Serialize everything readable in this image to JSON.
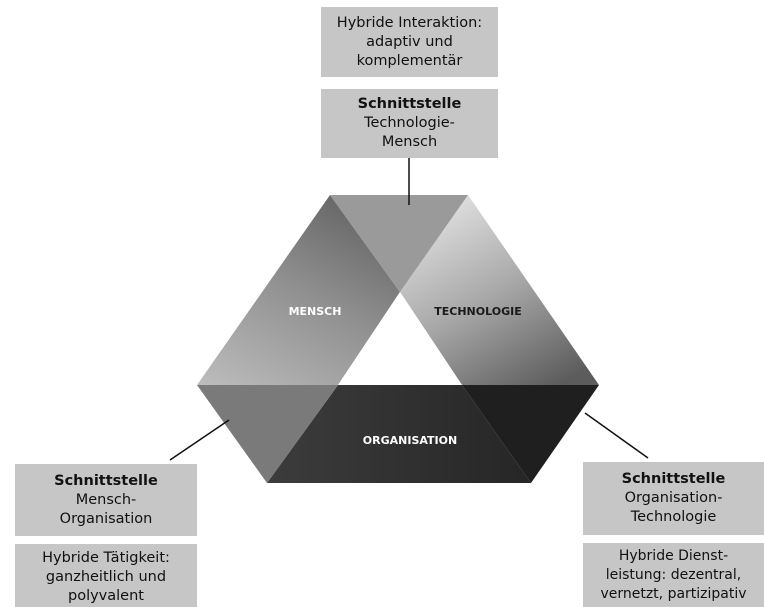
{
  "segments": {
    "mensch": "MENSCH",
    "technologie": "TECHNOLOGIE",
    "organisation": "ORGANISATION"
  },
  "top": {
    "hybrid": [
      "Hybride Interaktion:",
      "adaptiv und",
      "komplementär"
    ],
    "interface_title": "Schnittstelle",
    "interface_sub": [
      "Technologie-",
      "Mensch"
    ]
  },
  "left": {
    "interface_title": "Schnittstelle",
    "interface_sub": [
      "Mensch-",
      "Organisation"
    ],
    "hybrid": [
      "Hybride Tätigkeit:",
      "ganzheitlich und",
      "polyvalent"
    ]
  },
  "right": {
    "interface_title": "Schnittstelle",
    "interface_sub": [
      "Organisation-",
      "Technologie"
    ],
    "hybrid": [
      "Hybride Dienst-",
      "leistung: dezentral,",
      "vernetzt, partizipativ"
    ]
  }
}
